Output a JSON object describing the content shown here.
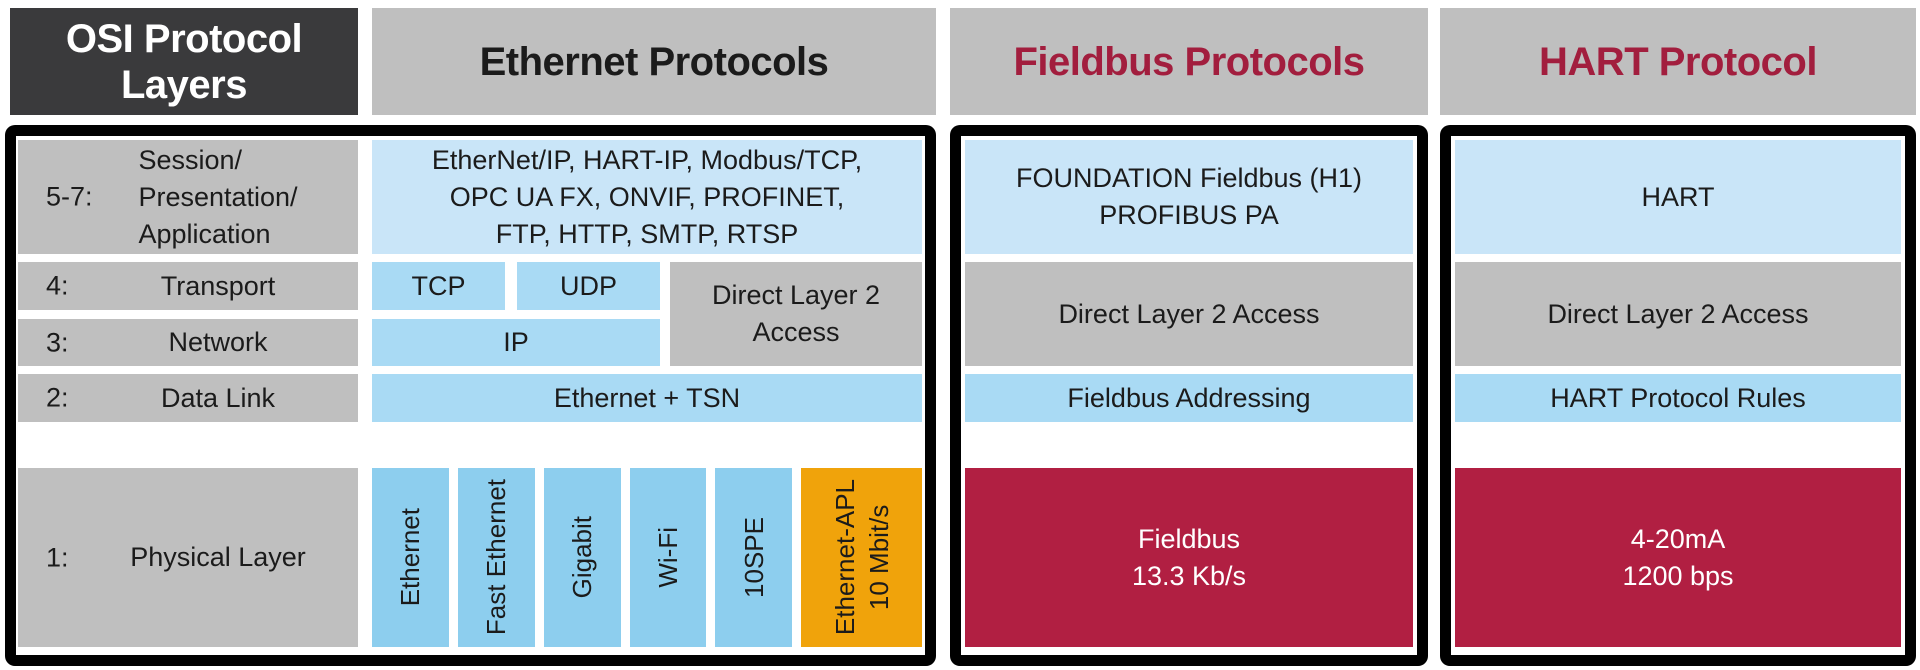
{
  "colors": {
    "dark_header_bg": "#3A3A3C",
    "gray": "#BFBFBF",
    "light_blue": "#C9E5F8",
    "mid_blue": "#A9DAF4",
    "deep_blue": "#8DCEEE",
    "orange": "#F0A30B",
    "red": "#B11F42",
    "red_text": "#A21E3E",
    "text_dark": "#1B1B1B"
  },
  "headers": {
    "osi": "OSI Protocol Layers",
    "ethernet": "Ethernet Protocols",
    "fieldbus": "Fieldbus Protocols",
    "hart": "HART Protocol"
  },
  "osi": {
    "rows": [
      {
        "num": "5-7:",
        "label": "Session/\nPresentation/\nApplication"
      },
      {
        "num": "4:",
        "label": "Transport"
      },
      {
        "num": "3:",
        "label": "Network"
      },
      {
        "num": "2:",
        "label": "Data Link"
      },
      {
        "num": "1:",
        "label": "Physical Layer"
      }
    ]
  },
  "ethernet": {
    "application": "EtherNet/IP, HART-IP, Modbus/TCP,\nOPC UA FX, ONVIF, PROFINET,\nFTP, HTTP, SMTP, RTSP",
    "tcp": "TCP",
    "udp": "UDP",
    "direct_layer2": "Direct Layer 2 Access",
    "ip": "IP",
    "datalink": "Ethernet + TSN",
    "physical": [
      "Ethernet",
      "Fast Ethernet",
      "Gigabit",
      "Wi-Fi",
      "10SPE"
    ],
    "physical_apl": "Ethernet-APL\n10 Mbit/s"
  },
  "fieldbus": {
    "application": "FOUNDATION Fieldbus (H1)\nPROFIBUS PA",
    "direct_layer2": "Direct Layer 2 Access",
    "datalink": "Fieldbus Addressing",
    "physical": "Fieldbus\n13.3 Kb/s"
  },
  "hart": {
    "application": "HART",
    "direct_layer2": "Direct Layer 2 Access",
    "datalink": "HART Protocol Rules",
    "physical": "4-20mA\n1200 bps"
  }
}
